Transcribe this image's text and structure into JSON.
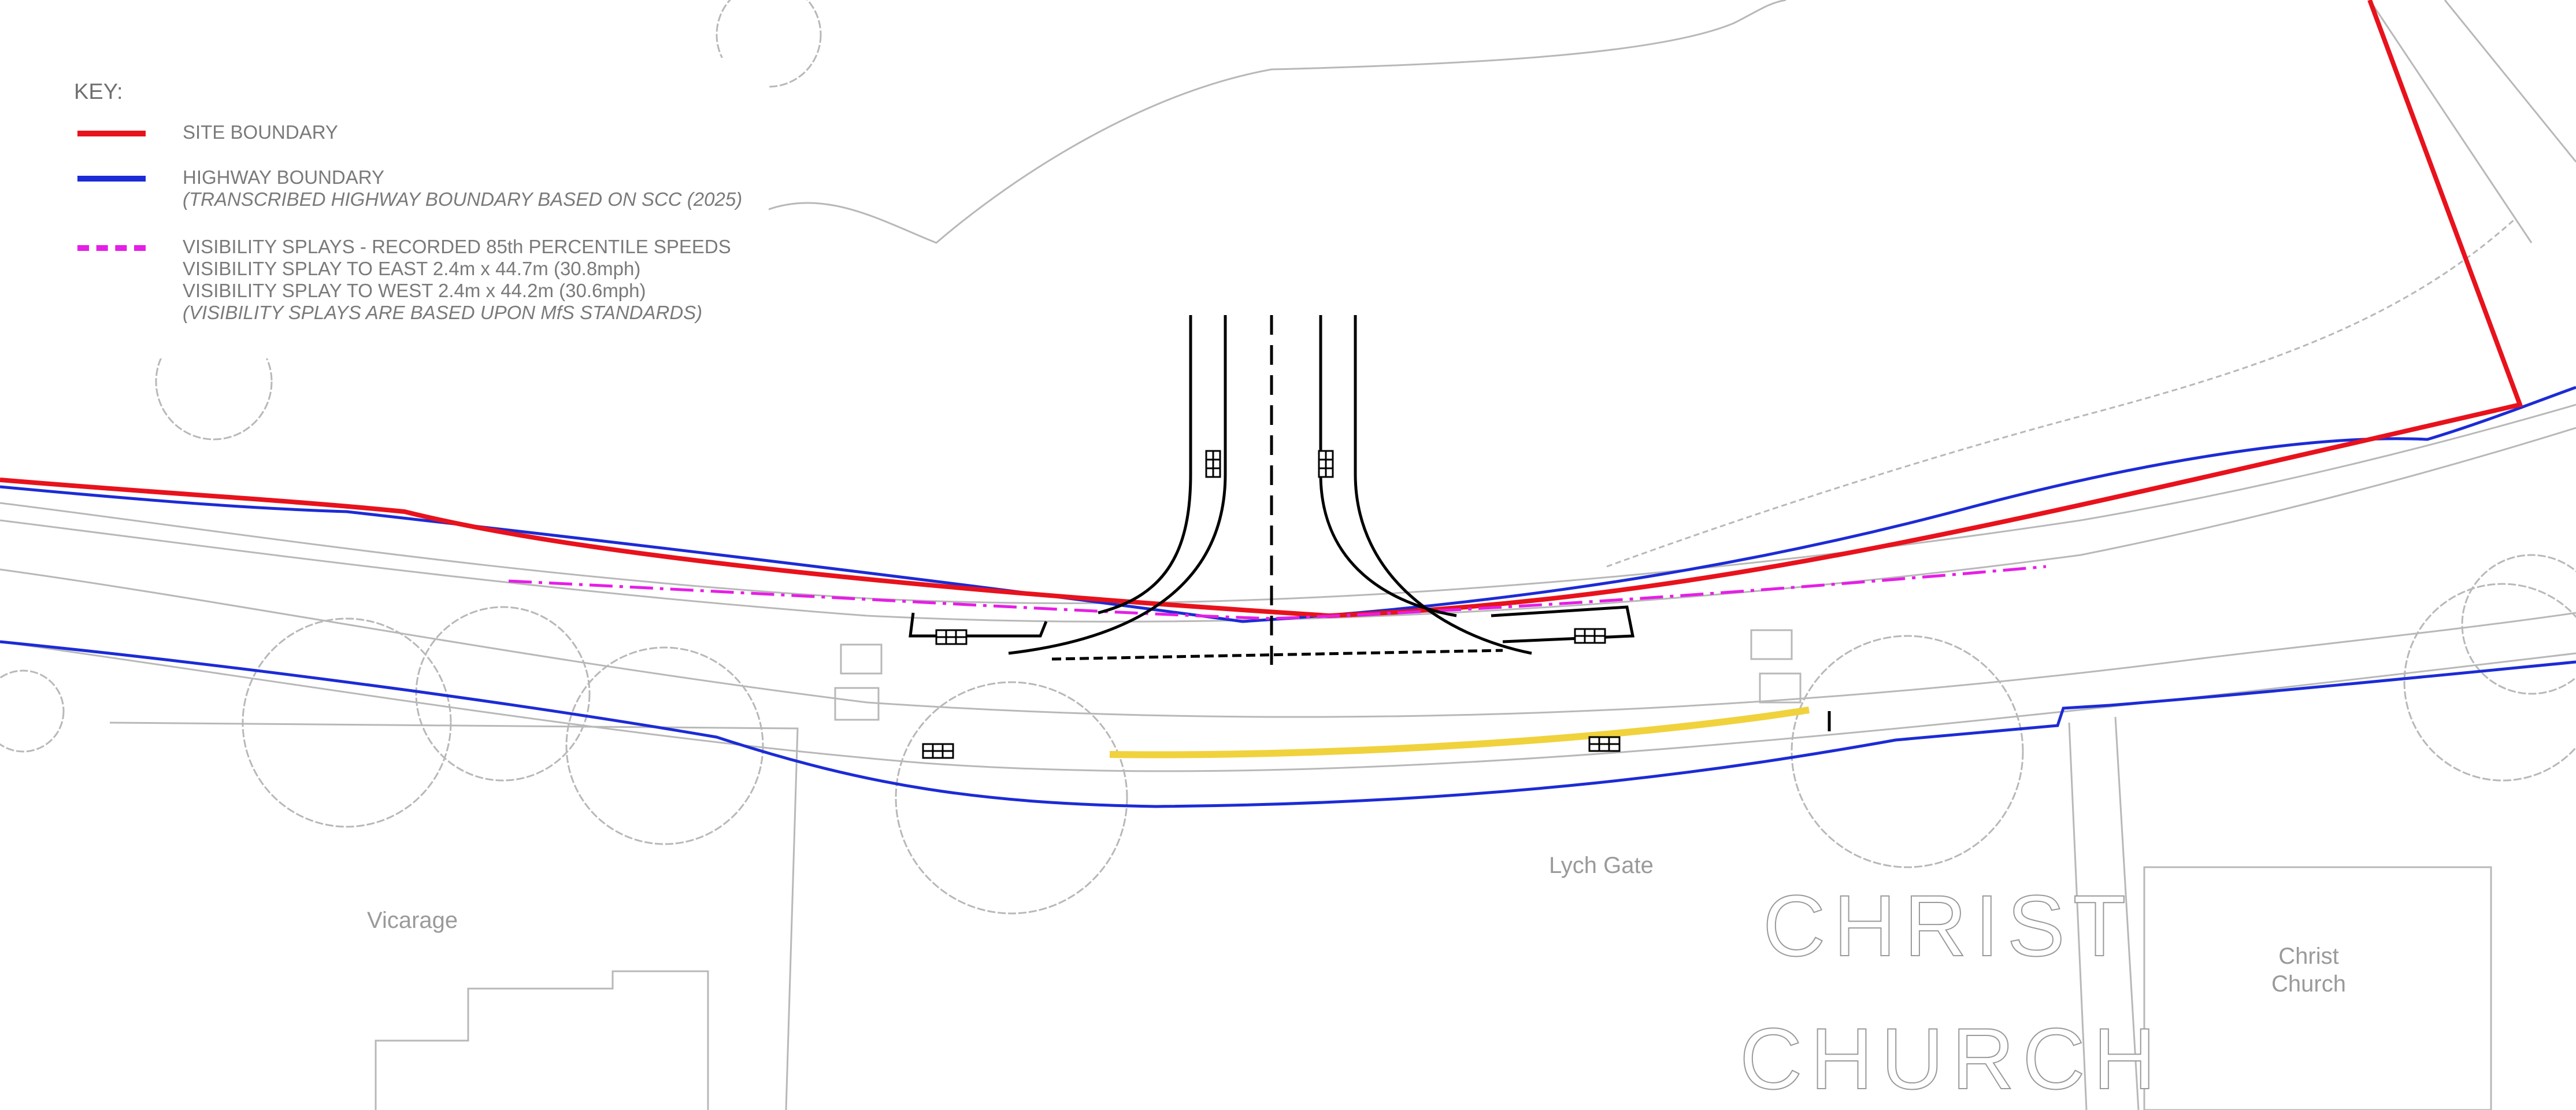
{
  "key": {
    "title": "KEY:",
    "items": [
      {
        "label": "SITE BOUNDARY",
        "color": "#e8121c",
        "style": "solid"
      },
      {
        "label": "HIGHWAY BOUNDARY",
        "note": "(TRANSCRIBED HIGHWAY BOUNDARY BASED ON SCC (2025)",
        "color": "#1c2bd6",
        "style": "solid"
      },
      {
        "label": "VISIBILITY SPLAYS - RECORDED 85th PERCENTILE SPEEDS",
        "lines": [
          "VISIBILITY SPLAY TO EAST 2.4m x 44.7m (30.8mph)",
          "VISIBILITY SPLAY TO WEST 2.4m x 44.2m (30.6mph)"
        ],
        "note": "(VISIBILITY SPLAYS ARE BASED UPON MfS STANDARDS)",
        "color": "#e61ee6",
        "style": "dash-dot"
      }
    ]
  },
  "map_labels": {
    "vicarage": "Vicarage",
    "lych_gate": "Lych Gate",
    "christ": "CHRIST",
    "church": "CHURCH",
    "christ_church_line1": "Christ",
    "christ_church_line2": "Church"
  },
  "colors": {
    "site_boundary": "#e8121c",
    "highway_boundary": "#1c2bd6",
    "visibility_splay": "#e61ee6",
    "footway_highlight": "#f0d23c",
    "proposed_access": "#000000",
    "base_map": "#b5b5b5"
  }
}
